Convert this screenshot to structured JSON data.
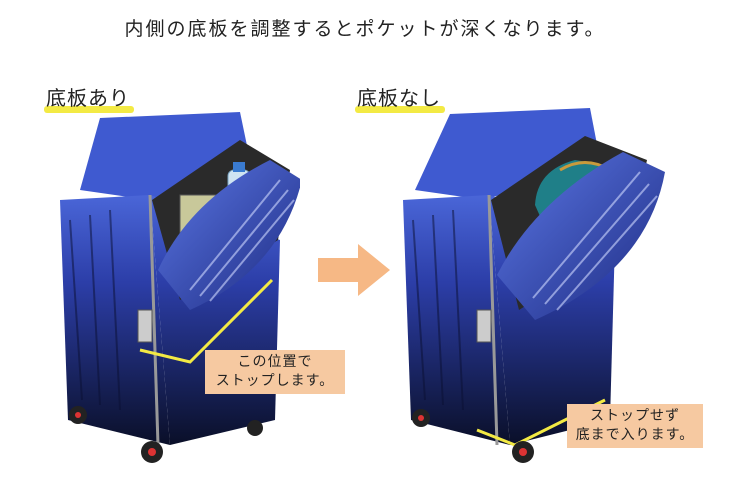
{
  "headline": "内側の底板を調整するとポケットが深くなります。",
  "left_panel": {
    "label": "底板あり",
    "callout_line1": "この位置で",
    "callout_line2": "ストップします。"
  },
  "right_panel": {
    "label": "底板なし",
    "callout_line1": "ストップせず",
    "callout_line2": "底まで入ります。"
  },
  "colors": {
    "highlight": "#f3ea44",
    "callout_bg": "#f6c9a1",
    "arrow": "#f6b885",
    "case_blue": "#3a56c8",
    "case_dark": "#0c1230"
  }
}
